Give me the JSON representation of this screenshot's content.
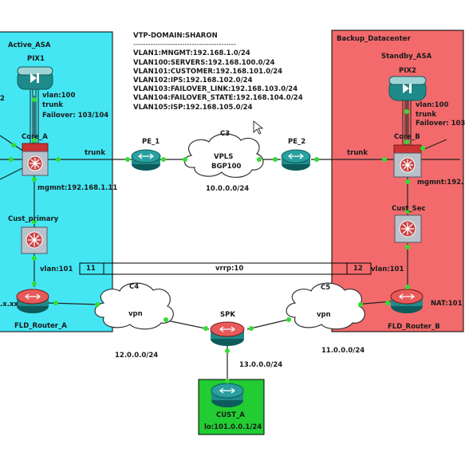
{
  "vtp": {
    "title": "VTP-DOMAIN:SHARON",
    "separator": "------------------------------------------",
    "vlans": [
      "VLAN1:MNGMT:192.168.1.0/24",
      "VLAN100:SERVERS:192.168.100.0/24",
      "VLAN101:CUSTOMER:192.168.101.0/24",
      "VLAN102:IPS:192.168.102.0/24",
      "VLAN103:FAILOVER_LINK:192.168.103.0/24",
      "VLAN104:FAILOVER_STATE:192.168.104.0/24",
      "VLAN105:ISP:192.168.105.0/24"
    ]
  },
  "zones": {
    "active": {
      "title": "Active_ASA",
      "color": "#44e6f3"
    },
    "backup": {
      "title": "Backup_Datacenter",
      "color": "#f26a6c"
    },
    "cust": {
      "color": "#22cc33"
    }
  },
  "devices": {
    "pix1": "PIX1",
    "pix2": "PIX2",
    "standby": "Standby_ASA",
    "core_a": "Core_A",
    "core_b": "Core_B",
    "cust_primary": "Cust_primary",
    "cust_sec": "Cust_Sec",
    "pe1": "PE_1",
    "pe2": "PE_2",
    "fld_a": "FLD_Router_A",
    "fld_b": "FLD_Router_B",
    "spk": "SPK",
    "cust_a": "CUST_A"
  },
  "clouds": {
    "c3": {
      "name": "C3",
      "line1": "VPLS",
      "line2": "BGP100"
    },
    "c4": {
      "name": "C4",
      "text": "vpn"
    },
    "c5": {
      "name": "C5",
      "text": "vpn"
    }
  },
  "labels": {
    "vlan100_a": "vlan:100",
    "trunk_a": "trunk",
    "failover_a": "Failover: 103/104",
    "two_left": "2",
    "trunk_core_a": "trunk",
    "mgmt_a": "mgmnt:192.168.1.11",
    "vlan101_a": "vlan:101",
    "xx": ".x.xx",
    "vlan100_b": "vlan:100",
    "trunk_b": "trunk",
    "failover_b": "Failover: 103",
    "trunk_core_b": "trunk",
    "mgmt_b": "mgmnt:192.",
    "vlan101_b": "vlan:101",
    "nat": "NAT:101",
    "vpls_net": "10.0.0.0/24",
    "vrrp": "vrrp:10",
    "vrrp_left": "11",
    "vrrp_right": "12",
    "net12": "12.0.0.0/24",
    "net11": "11.0.0.0/24",
    "net13": "13.0.0.0/24",
    "lo": "lo:101.0.0.1/24"
  },
  "colors": {
    "link": "#222222",
    "port": "#33dd33",
    "router": "#1f8a8a",
    "router_dark": "#0d5c5c",
    "asa": "#cc3333",
    "switch": "#b9c2ca"
  }
}
